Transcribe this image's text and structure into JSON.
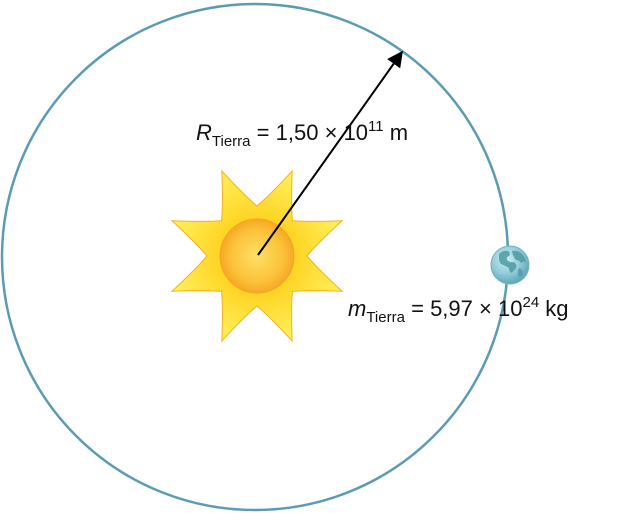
{
  "radius_label": {
    "symbol": "R",
    "subscript": "Tierra",
    "equals": "=",
    "mantissa": "1,50",
    "times": "×",
    "base": "10",
    "exponent": "11",
    "unit": "m"
  },
  "mass_label": {
    "symbol": "m",
    "subscript": "Tierra",
    "equals": "=",
    "mantissa": "5,97",
    "times": "×",
    "base": "10",
    "exponent": "24",
    "unit": "kg"
  },
  "colors": {
    "orbit": "#5b9bb5",
    "sun_rays": "#ffe033",
    "sun_rays_edge": "#f5b21a",
    "sun_core": "#fbb52e",
    "earth_ocean": "#8fcbd8",
    "earth_land": "#4f9aa0",
    "arrow": "#000000"
  },
  "icons": {
    "sun": "sun-icon",
    "earth": "earth-icon",
    "arrow": "radius-arrow"
  }
}
